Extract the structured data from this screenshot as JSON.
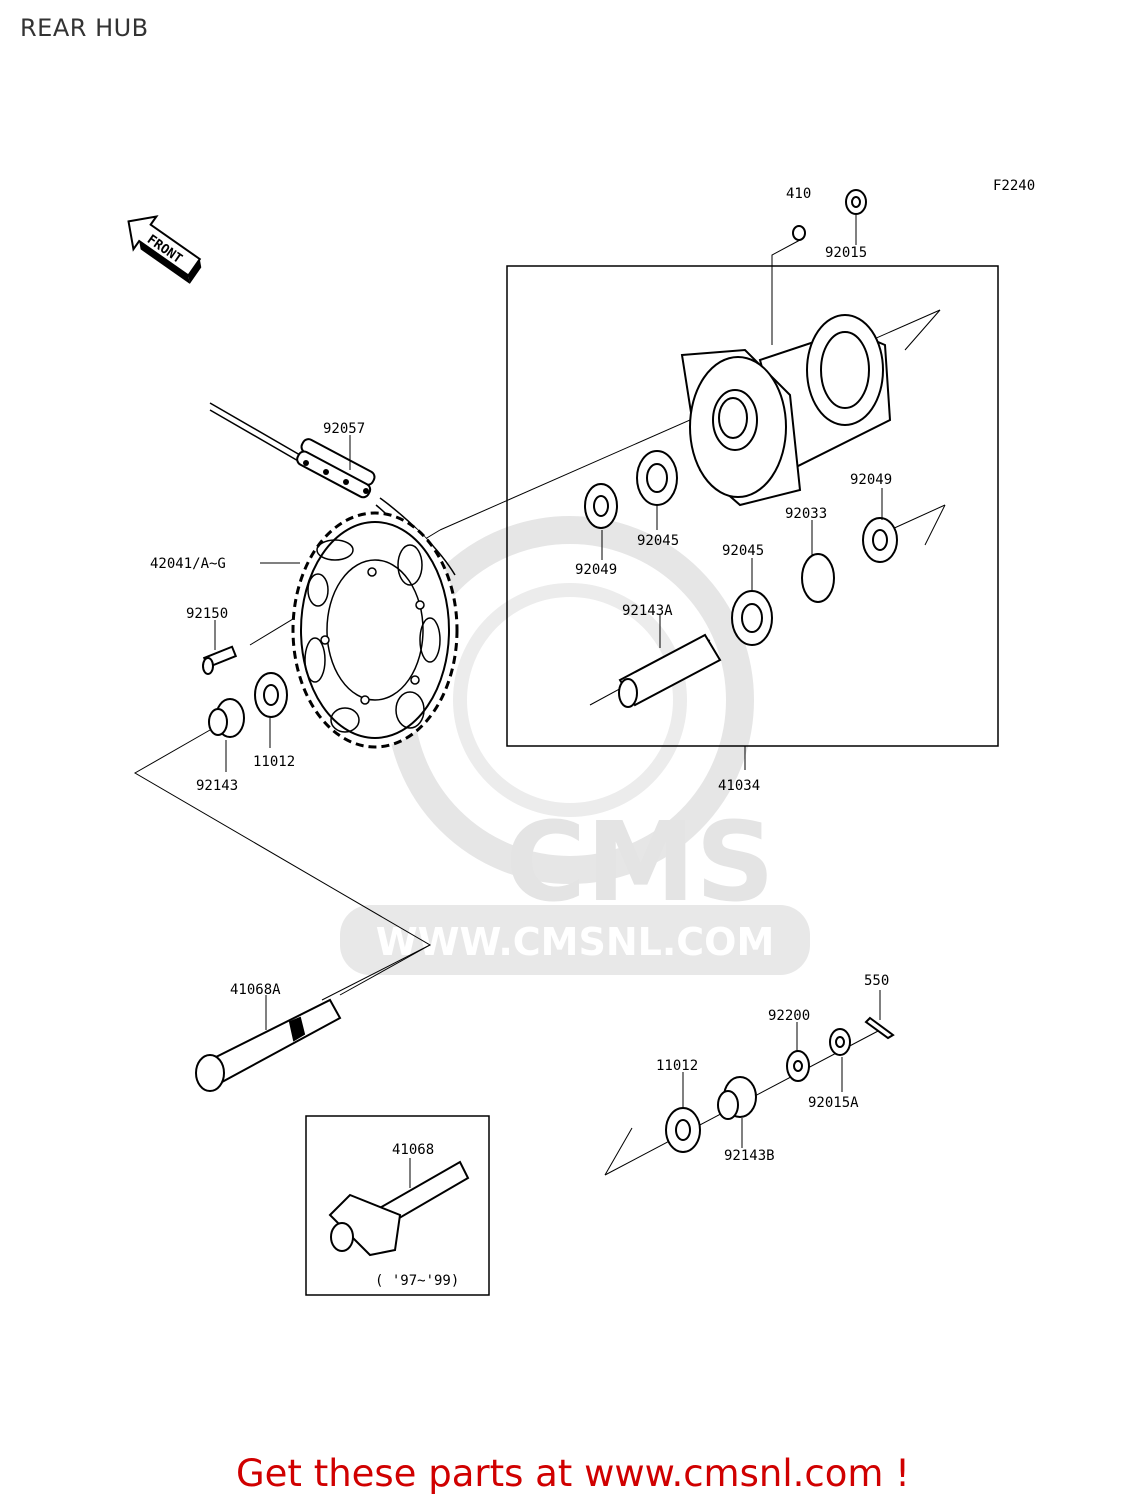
{
  "page": {
    "title": "REAR HUB"
  },
  "diagram": {
    "figure_code": "F2240",
    "front_badge": "FRONT",
    "year_note": "( '97~'99)",
    "parts": [
      {
        "id": "p410",
        "code": "410"
      },
      {
        "id": "p92015",
        "code": "92015"
      },
      {
        "id": "p92057",
        "code": "92057"
      },
      {
        "id": "p42041",
        "code": "42041/A~G"
      },
      {
        "id": "p92150",
        "code": "92150"
      },
      {
        "id": "p11012a",
        "code": "11012"
      },
      {
        "id": "p92143",
        "code": "92143"
      },
      {
        "id": "p92049a",
        "code": "92049"
      },
      {
        "id": "p92045a",
        "code": "92045"
      },
      {
        "id": "p92049b",
        "code": "92049"
      },
      {
        "id": "p92033",
        "code": "92033"
      },
      {
        "id": "p92045b",
        "code": "92045"
      },
      {
        "id": "p92143A",
        "code": "92143A"
      },
      {
        "id": "p41034",
        "code": "41034"
      },
      {
        "id": "p41068A",
        "code": "41068A"
      },
      {
        "id": "p550",
        "code": "550"
      },
      {
        "id": "p92200",
        "code": "92200"
      },
      {
        "id": "p11012b",
        "code": "11012"
      },
      {
        "id": "p92015A",
        "code": "92015A"
      },
      {
        "id": "p92143B",
        "code": "92143B"
      },
      {
        "id": "p41068",
        "code": "41068"
      }
    ]
  },
  "watermark": {
    "brand": "CMS",
    "site": "WWW.CMSNL.COM"
  },
  "footer": {
    "cta": "Get these parts at www.cmsnl.com !"
  }
}
